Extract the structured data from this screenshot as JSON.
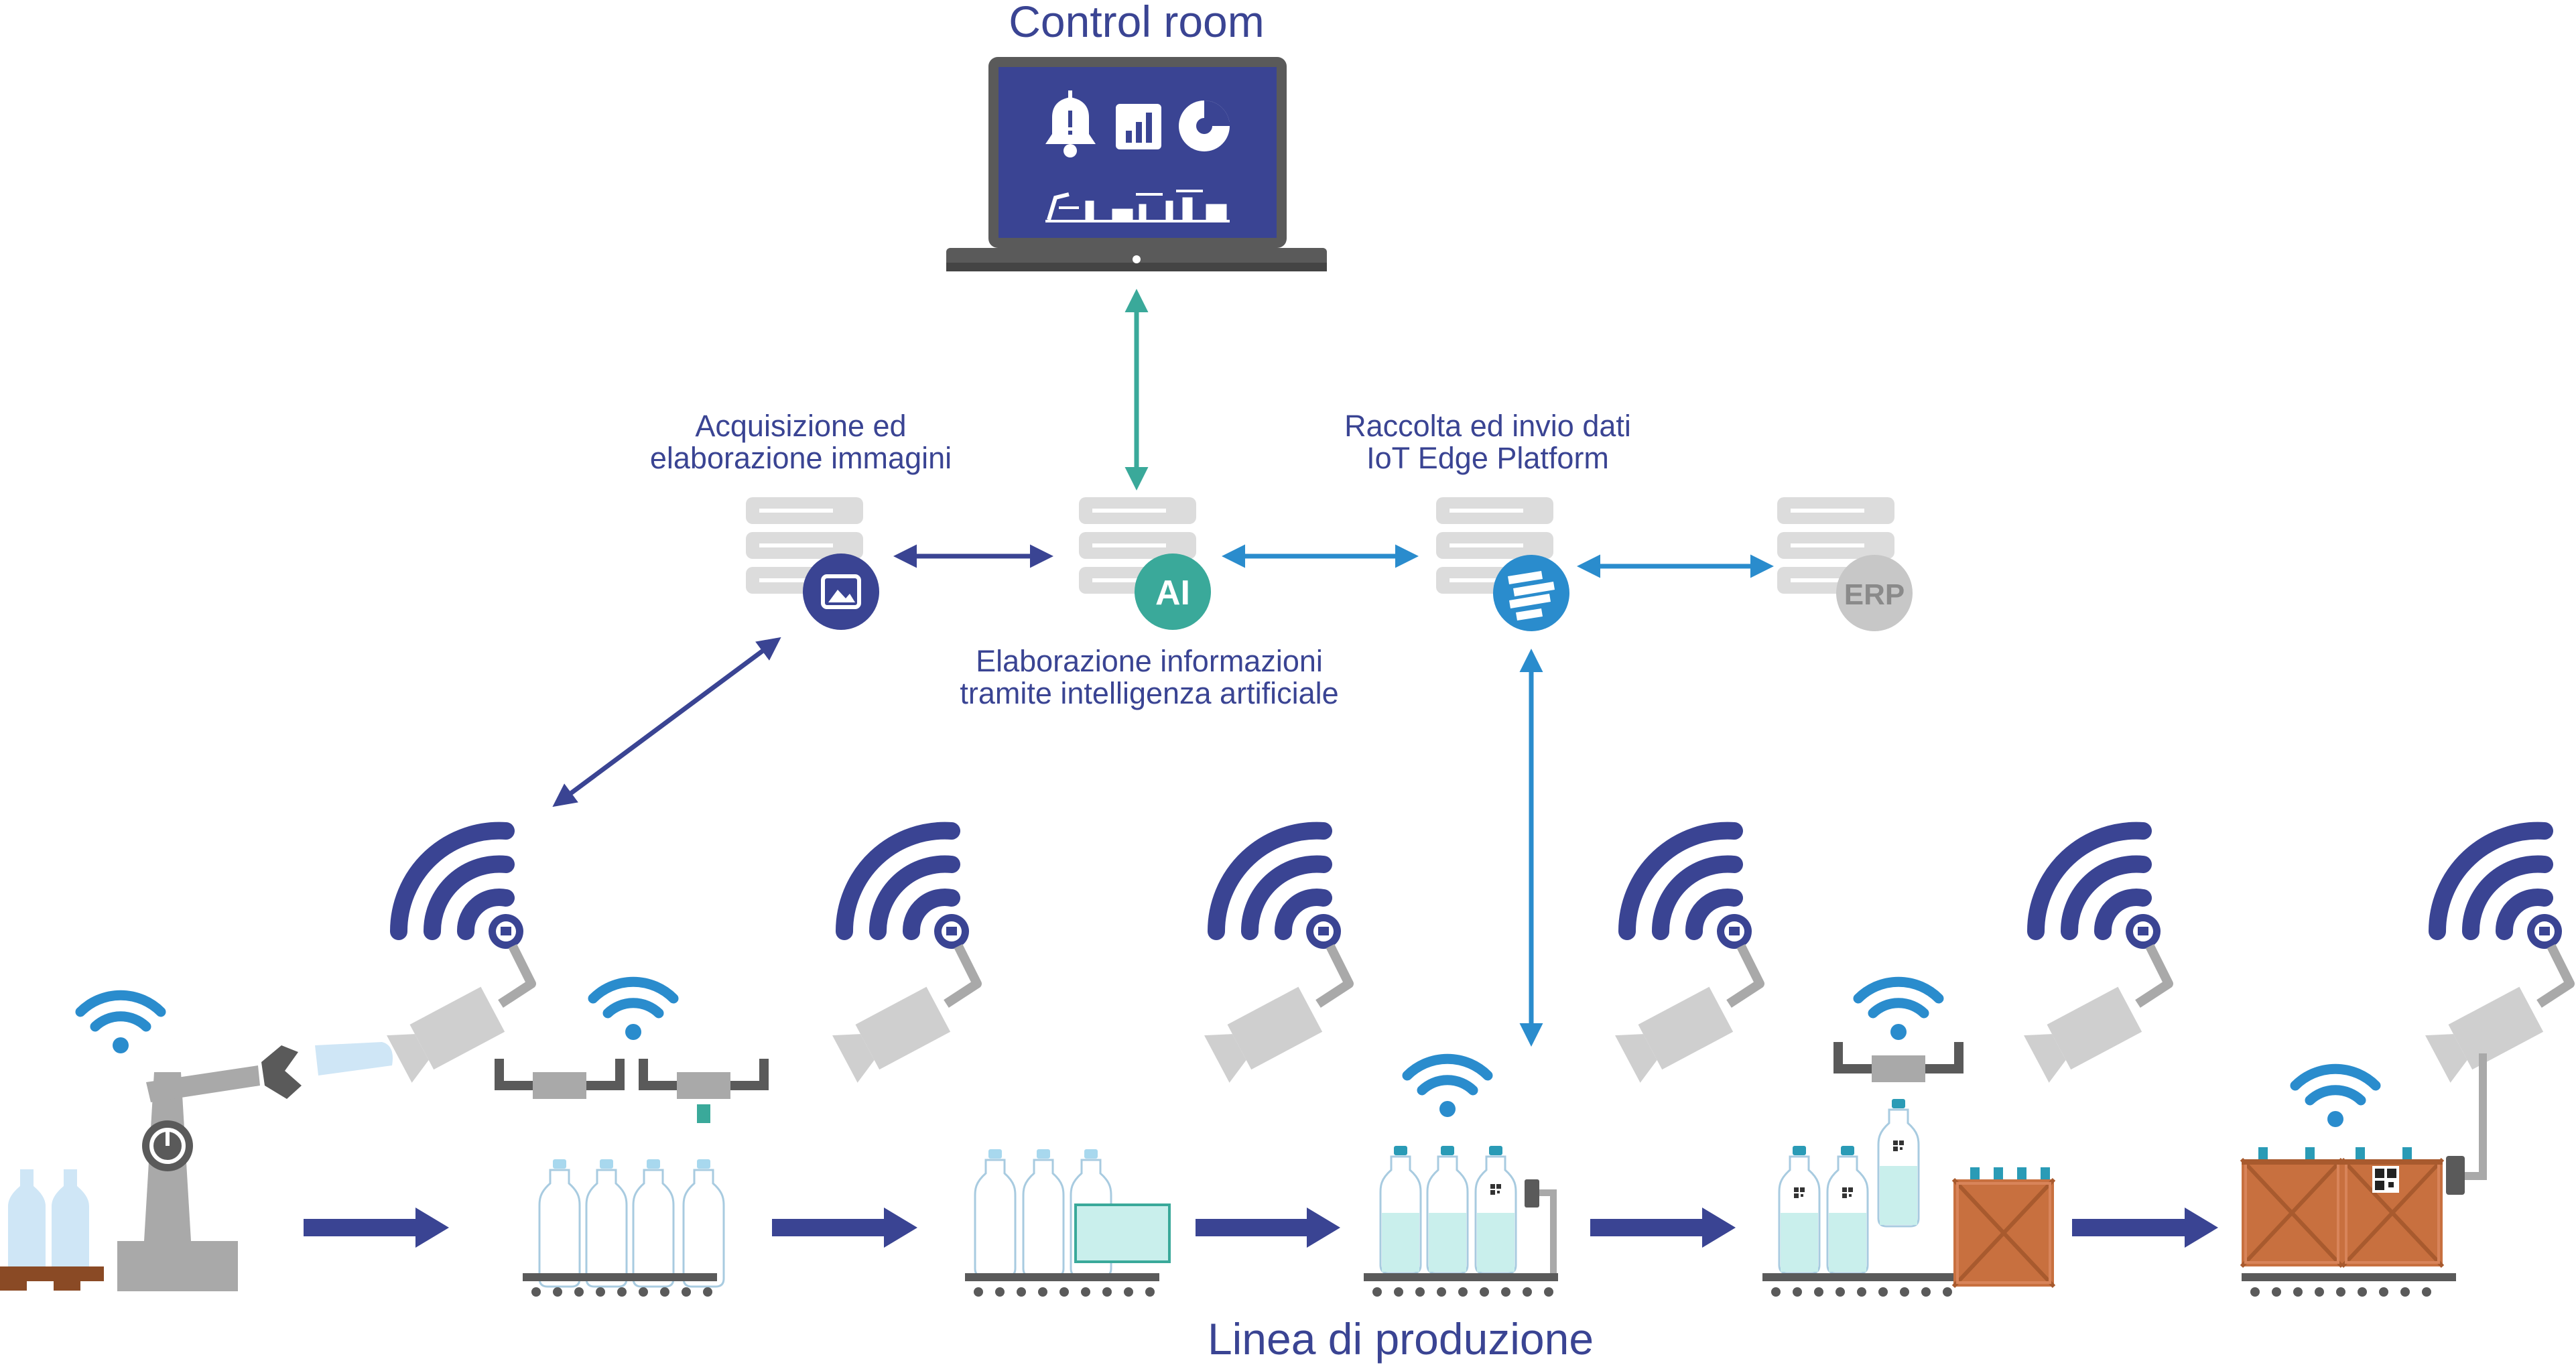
{
  "labels": {
    "control_room": "Control room",
    "image_line1": "Acquisizione ed",
    "image_line2": "elaborazione immagini",
    "iot_line1": "Raccolta ed invio dati",
    "iot_line2": "IoT Edge Platform",
    "ai_line1": "Elaborazione informazioni",
    "ai_line2": "tramite intelligenza artificiale",
    "production_line": "Linea di produzione"
  },
  "badges": {
    "ai": "AI",
    "erp": "ERP"
  },
  "colors": {
    "navy": "#3a4493",
    "teal": "#3aa99a",
    "blue": "#2a8ccd",
    "grey_server": "#dcdcdc",
    "grey_dark": "#5a5a5a",
    "bottle_light": "#cfe6f6",
    "box_brown": "#c8703f",
    "wifi_navy": "#3a4493",
    "wifi_blue": "#2a8ccd"
  },
  "icons": [
    "laptop-icon",
    "bell-icon",
    "bar-chart-icon",
    "pie-chart-icon",
    "server-icon",
    "image-icon",
    "ai-badge-icon",
    "edge-platform-icon",
    "erp-badge-icon",
    "wifi-icon",
    "camera-icon",
    "robot-arm-icon",
    "bottle-icon",
    "conveyor-icon",
    "arrow-right-icon",
    "box-icon",
    "qr-code-icon"
  ]
}
